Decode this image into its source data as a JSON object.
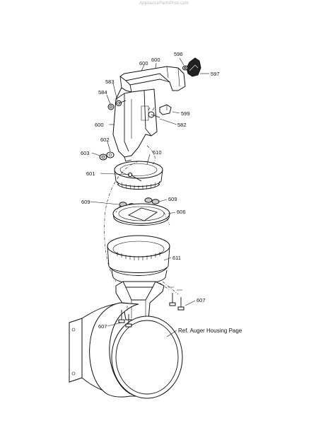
{
  "watermark": "AppliancePartsPros.com",
  "labels": {
    "p600a": "600",
    "p600b": "600",
    "p600c": "600",
    "p596": "596",
    "p597": "597",
    "p583": "583",
    "p584": "584",
    "p599": "599",
    "p582": "582",
    "p602": "602",
    "p603": "603",
    "p610": "610",
    "p601": "601",
    "p609a": "609",
    "p609b": "609",
    "p606": "606",
    "p611": "611",
    "p607a": "607",
    "p607b": "607",
    "ref": "Ref. Auger Housing Page"
  }
}
